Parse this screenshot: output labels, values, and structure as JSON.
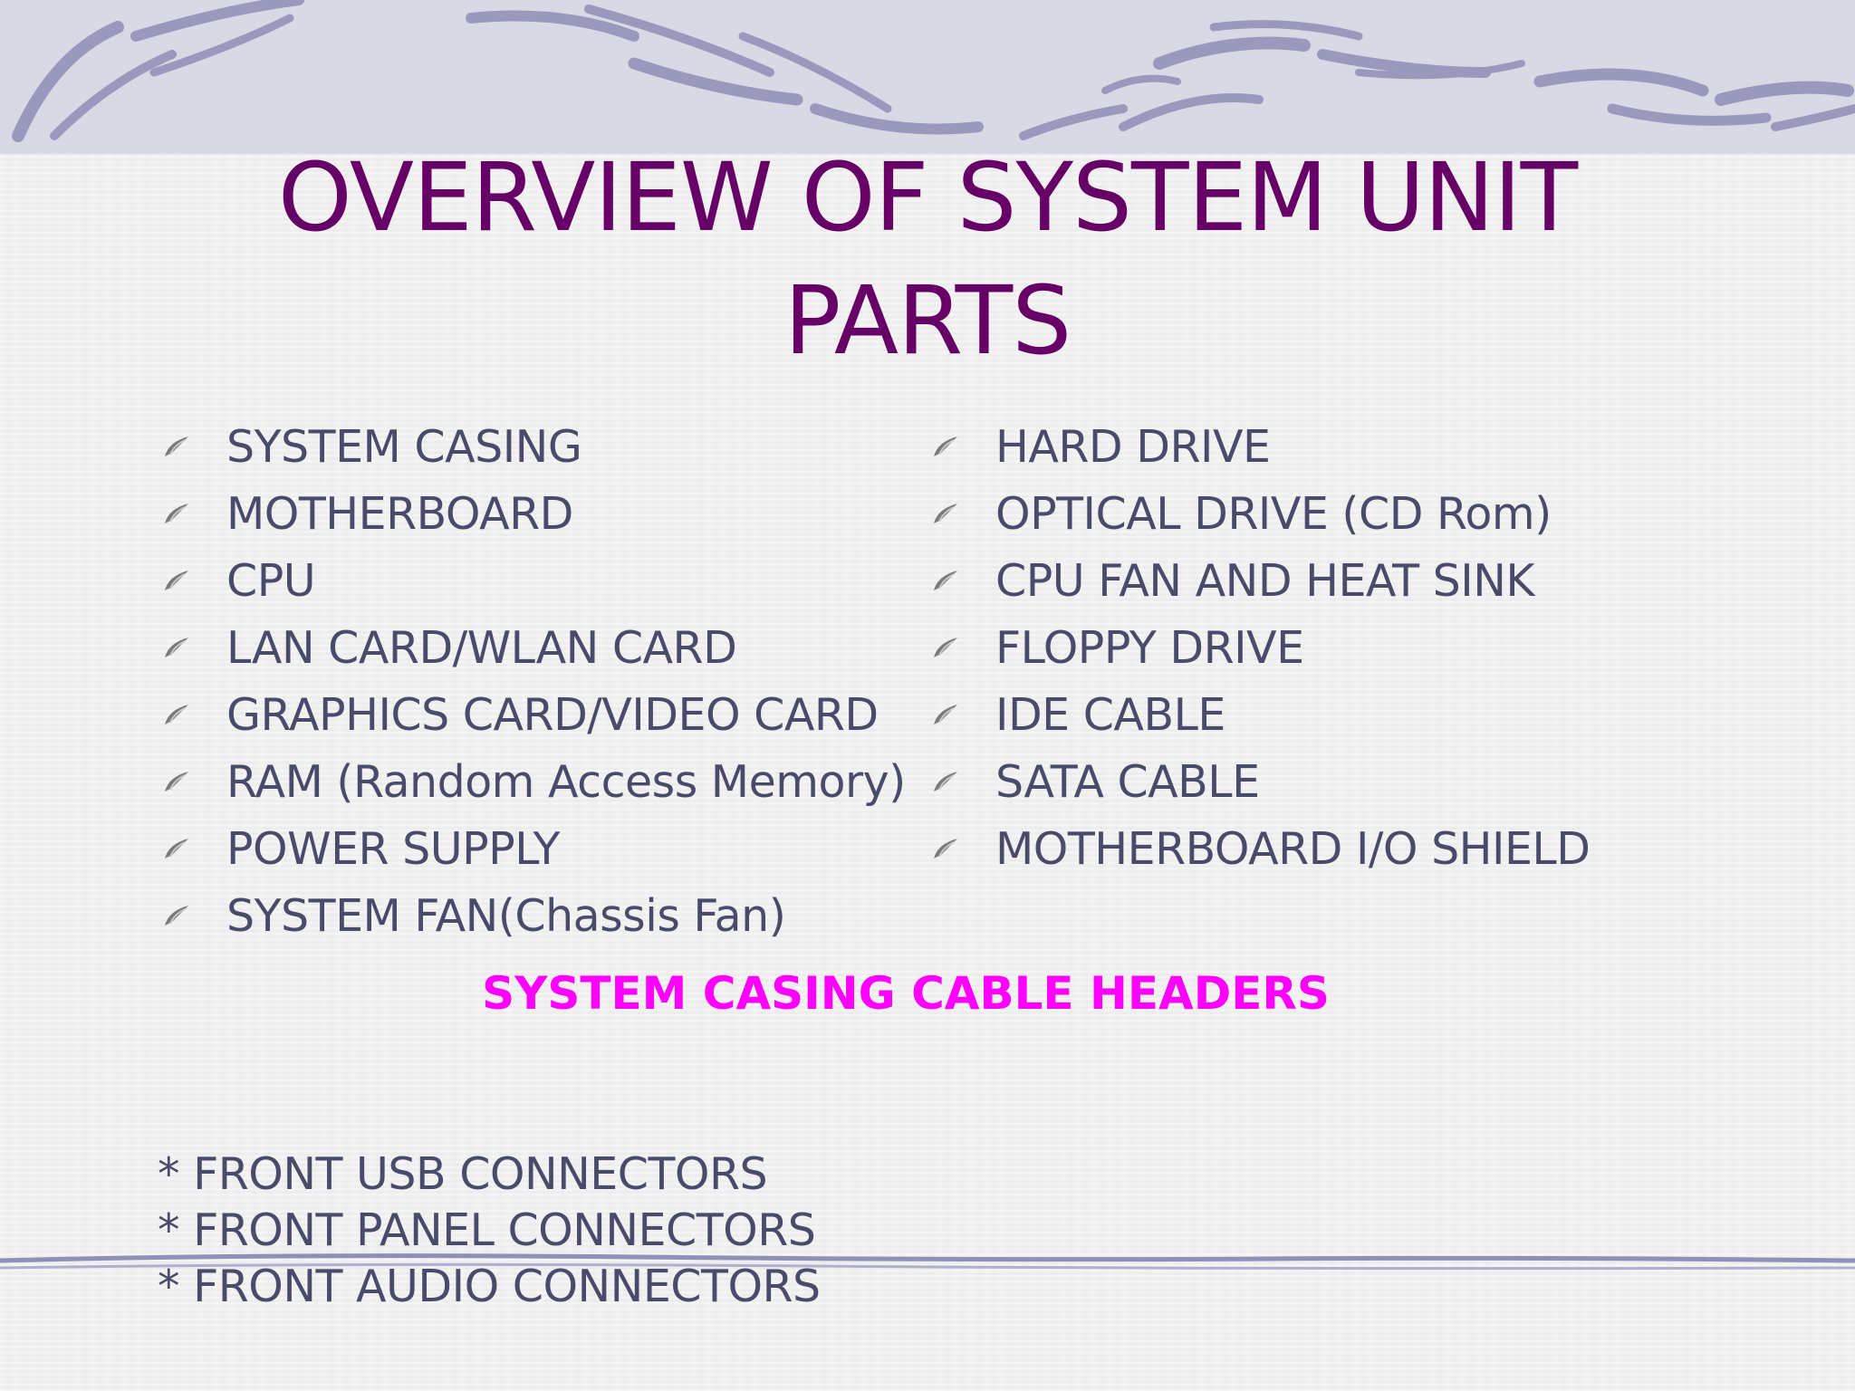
{
  "slide": {
    "title": "OVERVIEW OF SYSTEM UNIT PARTS",
    "title_lines": [
      "OVERVIEW OF SYSTEM UNIT",
      "PARTS"
    ],
    "left_items": [
      "SYSTEM CASING",
      "MOTHERBOARD",
      "CPU",
      "LAN CARD/WLAN CARD",
      "GRAPHICS CARD/VIDEO CARD",
      "RAM (Random Access Memory)",
      "POWER SUPPLY",
      "SYSTEM FAN(Chassis Fan)"
    ],
    "right_items": [
      "HARD DRIVE",
      "OPTICAL DRIVE (CD Rom)",
      "CPU FAN AND HEAT SINK",
      "FLOPPY DRIVE",
      "IDE CABLE",
      "SATA CABLE",
      "MOTHERBOARD I/O SHIELD"
    ],
    "subheading": "SYSTEM CASING CABLE HEADERS",
    "connectors": [
      "* FRONT USB CONNECTORS",
      "* FRONT PANEL CONNECTORS",
      "* FRONT AUDIO CONNECTORS"
    ]
  },
  "icons": {
    "bullet": "leaf-bullet-icon"
  },
  "colors": {
    "title": "#660066",
    "body_text": "#4a4a6a",
    "subheading": "#ff00ff",
    "decor_band": "#d9d9e6",
    "decor_strokes": "#8f8fb8"
  }
}
